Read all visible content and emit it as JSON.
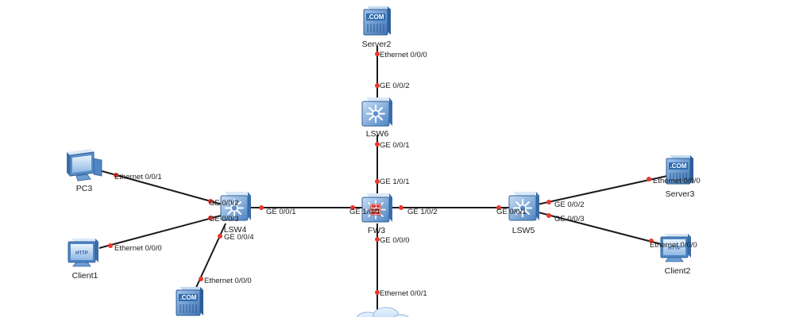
{
  "devices": {
    "server2": {
      "name": "Server2",
      "badge": ".COM"
    },
    "lsw6": {
      "name": "LSW6"
    },
    "pc3": {
      "name": "PC3"
    },
    "lsw4": {
      "name": "LSW4"
    },
    "fw3": {
      "name": "FW3"
    },
    "lsw5": {
      "name": "LSW5"
    },
    "server3": {
      "name": "Server3",
      "badge": ".COM"
    },
    "client1": {
      "name": "Client1",
      "badge": "HTTP"
    },
    "client2": {
      "name": "Client2",
      "badge": "HTTP"
    },
    "server_bottom": {
      "badge": ".COM"
    }
  },
  "ports": {
    "server2_eth000": "Ethernet 0/0/0",
    "lsw6_ge002": "GE 0/0/2",
    "lsw6_ge001": "GE 0/0/1",
    "fw3_ge101": "GE 1/0/1",
    "pc3_eth001": "Ethernet 0/0/1",
    "lsw4_ge002": "GE 0/0/2",
    "lsw4_ge003": "GE 0/0/3",
    "client1_eth000": "Ethernet 0/0/0",
    "lsw4_ge004": "GE 0/0/4",
    "serverb_eth000": "Ethernet 0/0/0",
    "lsw4_ge001": "GE 0/0/1",
    "fw3_ge100": "GE 1/0/0",
    "fw3_ge102": "GE 1/0/2",
    "lsw5_ge001": "GE 0/0/1",
    "lsw5_ge002": "GE 0/0/2",
    "server3_eth000": "Ethernet 0/0/0",
    "lsw5_ge003": "GE 0/0/3",
    "client2_eth000": "Ethernet 0/0/0",
    "fw3_ge000": "GE 0/0/0",
    "cloud_eth001": "Ethernet 0/0/1"
  },
  "colors": {
    "link": "#1a1a1a",
    "port_dot": "#e8372c",
    "device_blue": "#4f86c6",
    "device_blue_light": "#a9cbef",
    "firewall_red": "#d9342b"
  }
}
